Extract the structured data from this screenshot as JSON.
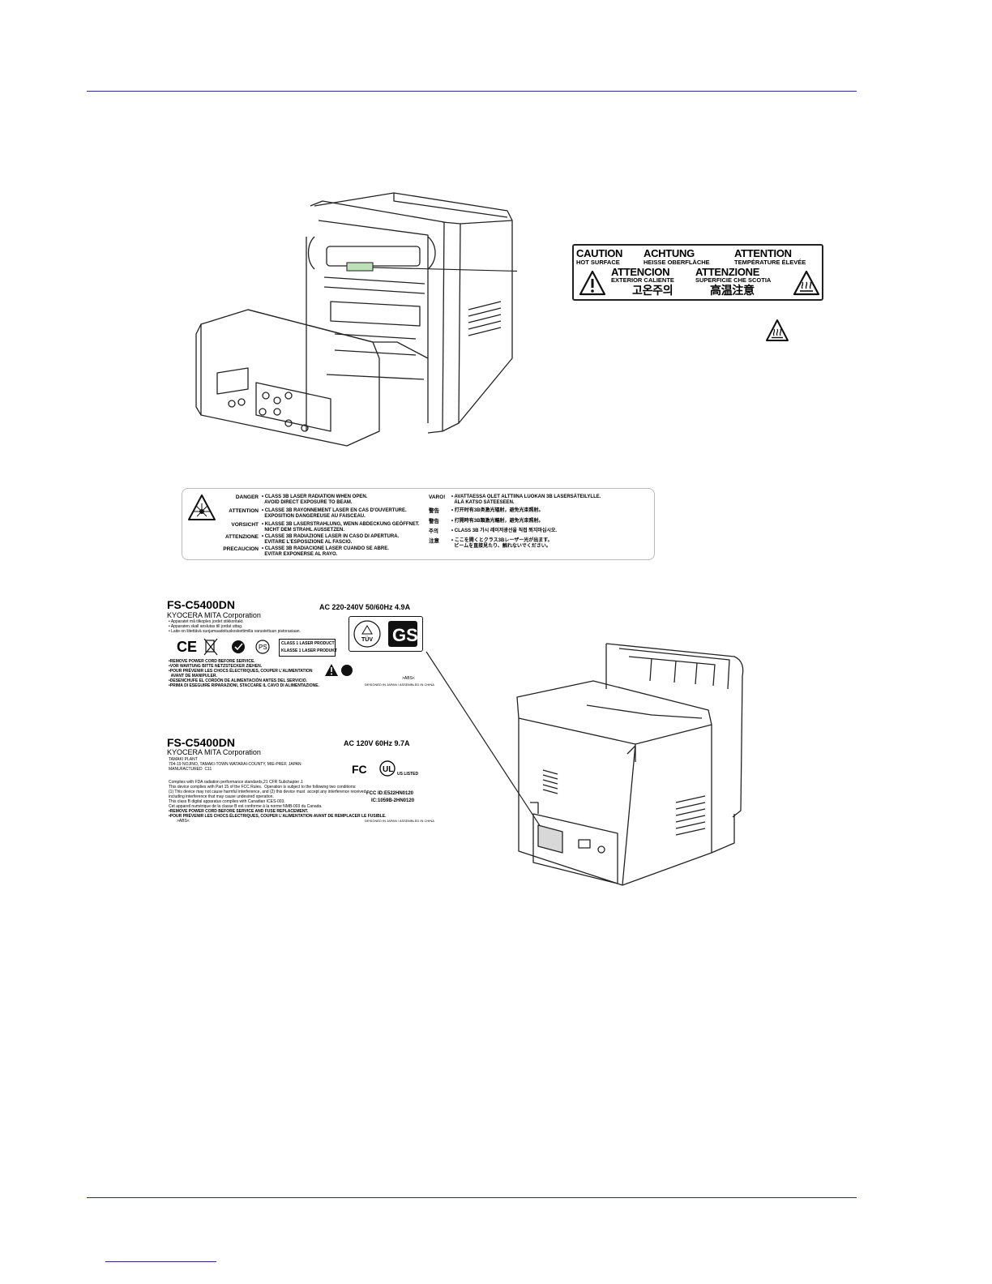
{
  "caution_label": {
    "caution": "CAUTION",
    "achtung": "ACHTUNG",
    "attention": "ATTENTION",
    "hot_surface": "HOT SURFACE",
    "heisse": "HEISSE OBERFLÄCHE",
    "temperature": "TEMPÉRATURE ÉLEVÉE",
    "atencion": "ATTENCION",
    "attenzione": "ATTENZIONE",
    "exterior": "EXTERIOR CALIENTE",
    "superficie": "SUPERFICIE CHE SCOTIA",
    "korean": "고온주의",
    "chinese": "高温注意"
  },
  "laser_label": {
    "left_langs": [
      "DANGER",
      "ATTENTION",
      "VORSICHT",
      "ATTENZIONE",
      "PRECAUCION"
    ],
    "left_texts": [
      "• CLASS 3B LASER RADIATION WHEN OPEN.\n  AVOID DIRECT EXPOSURE TO BEAM.",
      "• CLASSE 3B RAYONNEMENT LASER EN CAS D'OUVERTURE.\n  EXPOSITION DANGEREUSE AU FAISCEAU.",
      "• KLASSE 3B LASERSTRAHLUNG, WENN ABDECKUNG GEÖFFNET.\n  NICHT DEM STRAHL AUSSETZEN.",
      "• CLASSE 3B RADIAZIONE LASER IN CASO DI APERTURA.\n  EVITARE L'ESPOSIZIONE AL FASCIO.",
      "• CLASSE 3B RADIACIONE LASER CUANDO SE ABRE.\n  EVITAR EXPONERSE AL RAYO."
    ],
    "right_langs": [
      "VARO!",
      "警告",
      "警告",
      "주의",
      "注意"
    ],
    "right_texts": [
      "• AVATTAESSA OLET ALTTIINA LUOKAN 3B LASERSÄTEILYLLE.\n  ÄLÄ KATSO SÄTEESEEN.",
      "• 打开时有3B类激光辐射，避免光束照射。",
      "• 打開時有3B類激光輻射，避免光束照射。",
      "• CLASS 3B 가시 레이저광선을 직접 쬐지마십시오.",
      "• ここを開くとクラス3Bレーザー光が出ます。\n  ビームを直接見たり、触れないでください。"
    ]
  },
  "rating_label_1": {
    "model": "FS-C5400DN",
    "voltage": "AC 220-240V  50/60Hz  4.9A",
    "corp": "KYOCERA MITA Corporation",
    "notes": "• Apparatet må tilkoples jordet stikkontakt.\n• Apparaten skall anslutas till jordat uttag.\n• Laite on liitettävä suojamaadoituskoskettimilla varustettuun pistorasiaan.",
    "class1a": "CLASS 1 LASER PRODUCT",
    "class1b": "KLASSE 1 LASER PRODUKT",
    "warnings": "•REMOVE POWER CORD BEFORE SERVICE.\n•VOR WARTUNG BITTE NETZSTECKER ZIEHEN.\n•POUR PRÉVENIR LES CHOCS ÉLECTRIQUES, COUPER L'ALIMENTATION\n  AVANT DE MANIPULER.\n•DESENCHUFE EL CORDÓN DE ALIMENTACIÓN ANTES DEL SERVICIO.\n•PRIMA DI ESEGUIRE RIPARAZIONI, STACCARE IL CAVO DI ALIMENTAZIONE.",
    "abs": ">ABS<",
    "designed": "DESIGNED IN JAPAN / ASSEMBLED IN CHINA",
    "tuv": "TÜV",
    "gs": "GS"
  },
  "rating_label_2": {
    "model": "FS-C5400DN",
    "voltage": "AC 120V  60Hz  9.7A",
    "corp": "KYOCERA MITA Corporation",
    "plant": "TAMAKI PLANT\n704-19 NOJINO, TAMAKI-TOWN WATARAI-COUNTY, MIE-PREF, JAPAN\nMANUFACTURED  C11",
    "fcc_text": "Complies with FDA radiation performance standards,21 CFR Subchapter J.\nThis device complies with Part 15 of the FCC Rules.  Operation is subject to the following two conditions:\n(1) This device may not cause harmful interference, and (2) this device must  accept any interference received,\nincluding interference that may cause undesired operation.\nThis class B digital apparatus complies with Canadian ICES-003.\nCet appareil numérique de la classe B est conforme à la norme NMB-003 du Canada.",
    "fcc_id": "FCC ID:E522HN0120",
    "ic": "IC:1059B-2HN0120",
    "warnings": "•REMOVE POWER CORD BEFORE SERVICE AND FUSE REPLACEMENT.\n•POUR PRÉVENIR LES CHOCS ÉLECTRIQUES, COUPER L'ALIMENTATION AVANT DE REMPLACER LE FUSIBLE.",
    "abs": ">ABS<",
    "designed": "DESIGNED IN JAPAN / ASSEMBLED IN CHINA",
    "fc": "FC",
    "ul": "UL",
    "us_listed": "US LISTED"
  }
}
